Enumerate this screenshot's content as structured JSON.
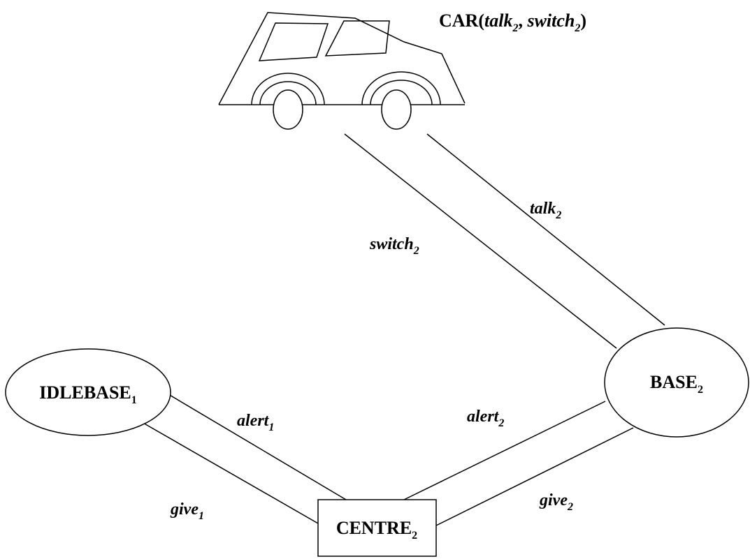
{
  "car": {
    "label_main": "CAR(",
    "label_arg1": "talk",
    "label_arg1_sub": "2",
    "label_comma": ", ",
    "label_arg2": "switch",
    "label_arg2_sub": "2",
    "label_close": ")",
    "icon": "car-icon"
  },
  "nodes": {
    "idlebase": {
      "label": "IDLEBASE",
      "sub": "1"
    },
    "base": {
      "label": "BASE",
      "sub": "2"
    },
    "centre": {
      "label": "CENTRE",
      "sub": "2"
    }
  },
  "edges": {
    "switch": {
      "label": "switch",
      "sub": "2"
    },
    "talk": {
      "label": "talk",
      "sub": "2"
    },
    "alert1": {
      "label": "alert",
      "sub": "1"
    },
    "give1": {
      "label": "give",
      "sub": "1"
    },
    "alert2": {
      "label": "alert",
      "sub": "2"
    },
    "give2": {
      "label": "give",
      "sub": "2"
    }
  },
  "colors": {
    "stroke": "#000000",
    "background": "#ffffff"
  }
}
